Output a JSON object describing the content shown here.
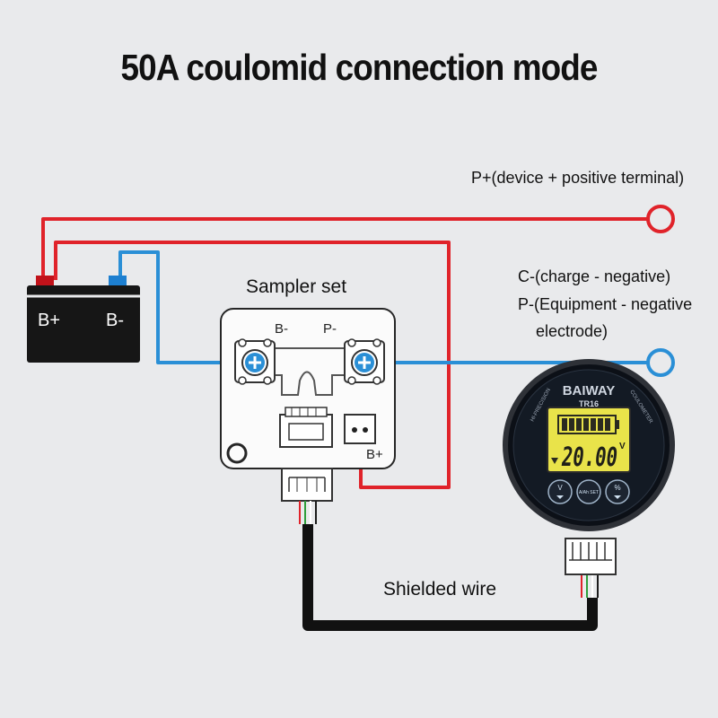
{
  "title": "50A coulomid connection mode",
  "labels": {
    "p_plus": "P+(device + positive terminal)",
    "c_minus": "C-(charge - negative)",
    "p_minus": "P-(Equipment - negative",
    "electrode": "electrode)",
    "sampler": "Sampler set",
    "shielded": "Shielded wire"
  },
  "battery": {
    "pos": "B+",
    "neg": "B-"
  },
  "sampler_board": {
    "b_minus": "B-",
    "p_minus": "P-",
    "b_plus": "B+"
  },
  "meter": {
    "brand": "BAIWAY",
    "model": "TR16",
    "left_arc": "HI-PRECISION",
    "right_arc": "COULOMETER",
    "reading": "20.00",
    "unit": "V",
    "buttons": [
      "V",
      "A/Ah SET",
      "%"
    ]
  },
  "colors": {
    "positive_wire": "#e0232a",
    "negative_wire": "#2a8fd6",
    "shielded_wire": "#111111",
    "lcd": "#e9e34a"
  }
}
